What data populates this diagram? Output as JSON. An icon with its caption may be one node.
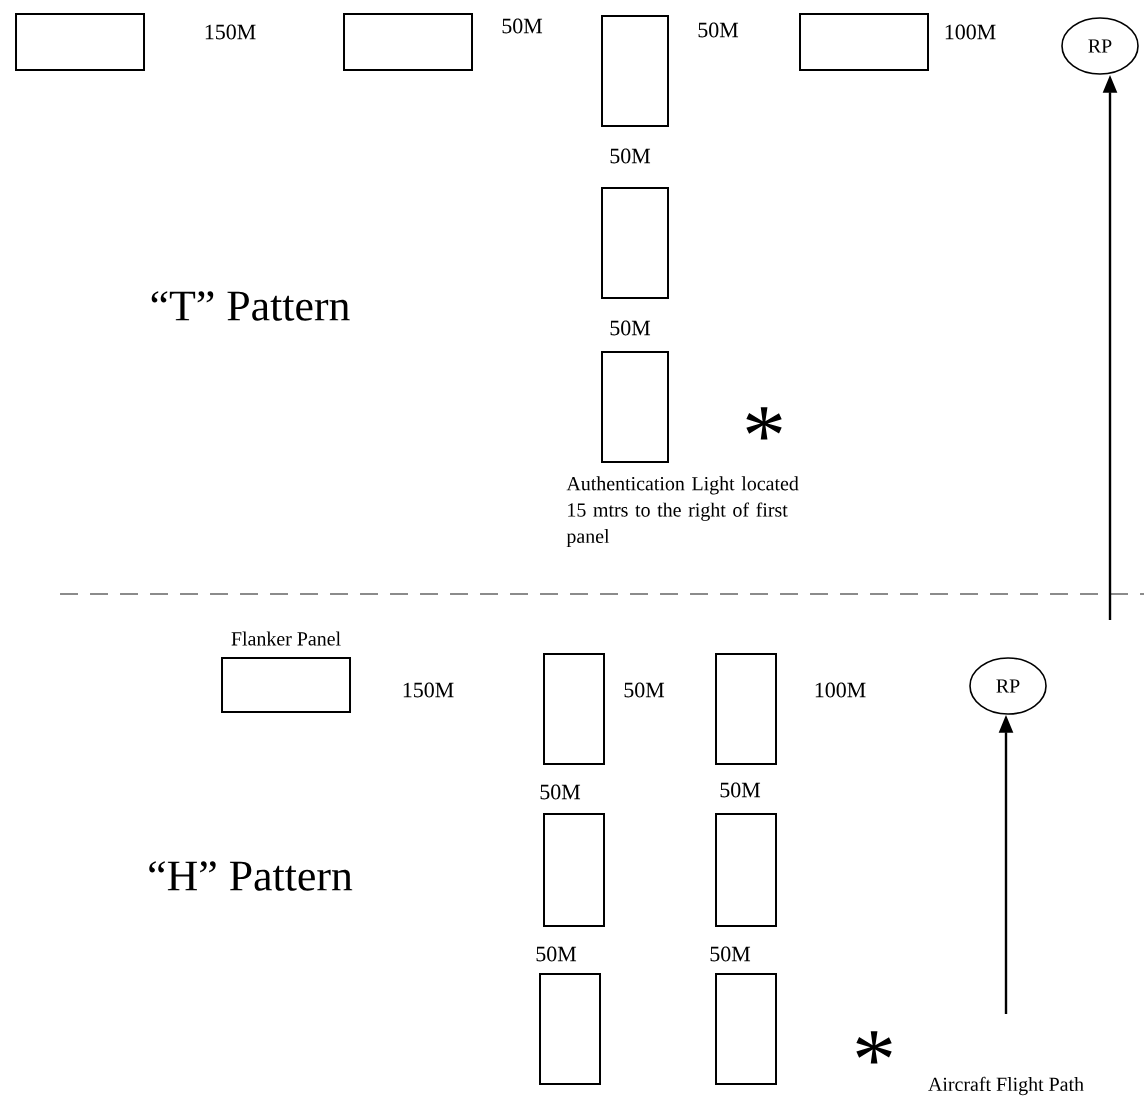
{
  "diagram": {
    "nodes": [
      {
        "text": [],
        "shape": "box"
      },
      {
        "text": [],
        "shape": "box"
      },
      {
        "text": [],
        "shape": "box"
      },
      {
        "text": [],
        "shape": "box"
      },
      {
        "text": [
          "RP"
        ]
      },
      {
        "text": [],
        "shape": "box"
      },
      {
        "text": [],
        "shape": "box"
      },
      {
        "text": [
          "Flanker Panel"
        ]
      },
      {
        "text": [],
        "shape": "box"
      },
      {
        "text": [],
        "shape": "box"
      },
      {
        "text": [
          "RP"
        ]
      },
      {
        "text": [],
        "shape": "box"
      },
      {
        "text": [],
        "shape": "box"
      },
      {
        "text": [],
        "shape": "box"
      },
      {
        "text": [],
        "shape": "box"
      }
    ],
    "edges": [
      {
        "from": null,
        "to": 4,
        "arrow": "to"
      },
      {
        "from": null,
        "to": 10,
        "arrow": "to",
        "label": "Aircraft Flight Path"
      }
    ],
    "labels": [
      "150M",
      "50M",
      "50M",
      "100M",
      "50M",
      "“T” Pattern",
      "50M",
      "*",
      "Authentication Light located 15 mtrs to the right of first panel",
      "150M",
      "50M",
      "100M",
      "50M",
      "50M",
      "“H” Pattern",
      "50M",
      "50M",
      "*"
    ]
  }
}
